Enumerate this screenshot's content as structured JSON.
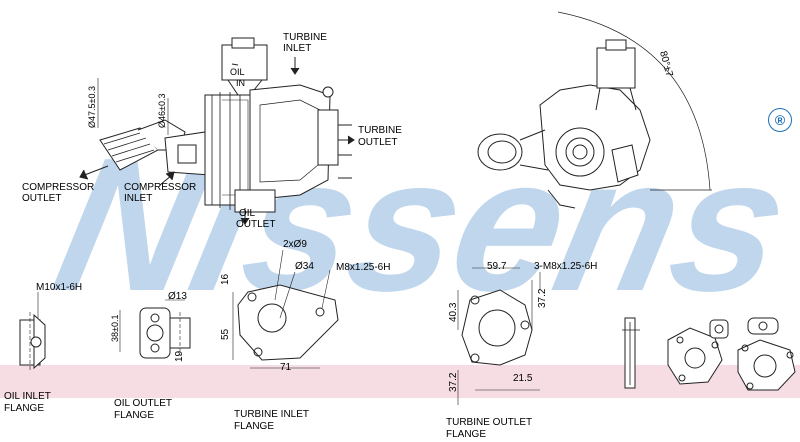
{
  "watermark": {
    "text": "Nissens",
    "color": "#a9c8e6"
  },
  "colors": {
    "band": "#f6dde3",
    "line": "#222222",
    "registered": "#1d6fb8"
  },
  "labels": {
    "turbine_inlet_top": [
      "TURBINE",
      "INLET"
    ],
    "turbine_outlet_top": [
      "TURBINE",
      "OUTLET"
    ],
    "oil_in_top": "OIL",
    "oil_in_top2": "IN",
    "oil_outlet_top": [
      "OIL",
      "OUTLET"
    ],
    "compressor_outlet": [
      "COMPRESSOR",
      "OUTLET"
    ],
    "compressor_inlet": [
      "COMPRESSOR",
      "INLET"
    ],
    "oil_inlet_flange": [
      "OIL INLET",
      "FLANGE"
    ],
    "oil_outlet_flange": [
      "OIL OUTLET",
      "FLANGE"
    ],
    "turbine_inlet_flange": [
      "TURBINE INLET",
      "FLANGE"
    ],
    "turbine_outlet_flange": [
      "TURBINE OUTLET",
      "FLANGE"
    ]
  },
  "dimensions": {
    "d_47_5": "Ø47.5±0.3",
    "d_46": "Ø46±0.3",
    "angle_80": "80°±7",
    "m10": "M10x1-6H",
    "d_38": "38±0.1",
    "d_13": "Ø13",
    "d_19": "19",
    "two_x_d9": "2xØ9",
    "d_34": "Ø34",
    "m8_inlet": "M8x1.25-6H",
    "d_16": "16",
    "d_55": "55",
    "d_71": "71",
    "d_59_7": "59.7",
    "m8_outlet": "3-M8x1.25-6H",
    "d_40_3": "40.3",
    "d_37_2a": "37.2",
    "d_37_2b": "37.2",
    "d_21_5": "21.5"
  },
  "registered_mark": "®"
}
